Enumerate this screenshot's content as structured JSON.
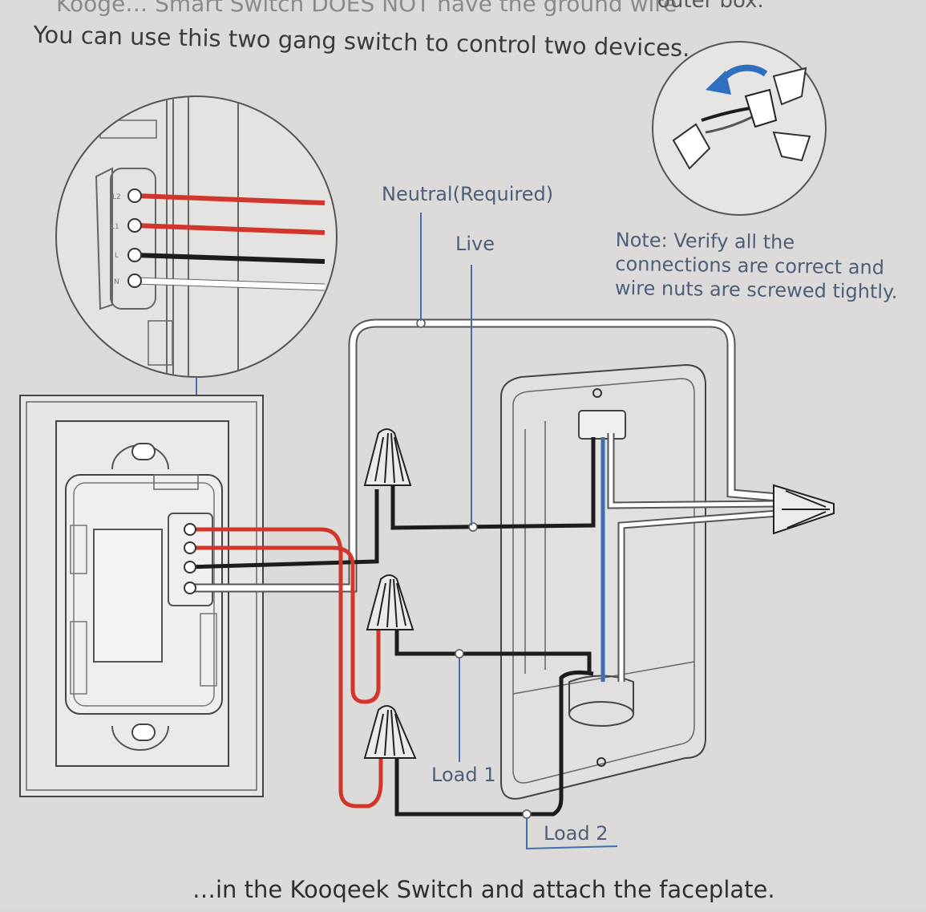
{
  "header": {
    "cut_line": "Kooge… Smart Switch DOES NOT have the ground wire",
    "cut_line_right": "outer box.",
    "main_line": "You can use this two gang switch to control two devices."
  },
  "labels": {
    "neutral": "Neutral(Required)",
    "live": "Live",
    "load1": "Load 1",
    "load2": "Load 2"
  },
  "note": {
    "line1": "Note: Verify all the",
    "line2": "connections are correct and",
    "line3": "wire nuts are screwed tightly."
  },
  "terminals": [
    "L2",
    "L1",
    "L",
    "N"
  ],
  "footer": {
    "line": "…in the Kooqeek Switch and attach the faceplate."
  },
  "colors": {
    "live_wire": "#1c1c1c",
    "load_wire": "#d2352b",
    "neutral_wire": "#ffffff",
    "leader_line": "#3f6fb0",
    "arrow": "#2f6fc0"
  }
}
